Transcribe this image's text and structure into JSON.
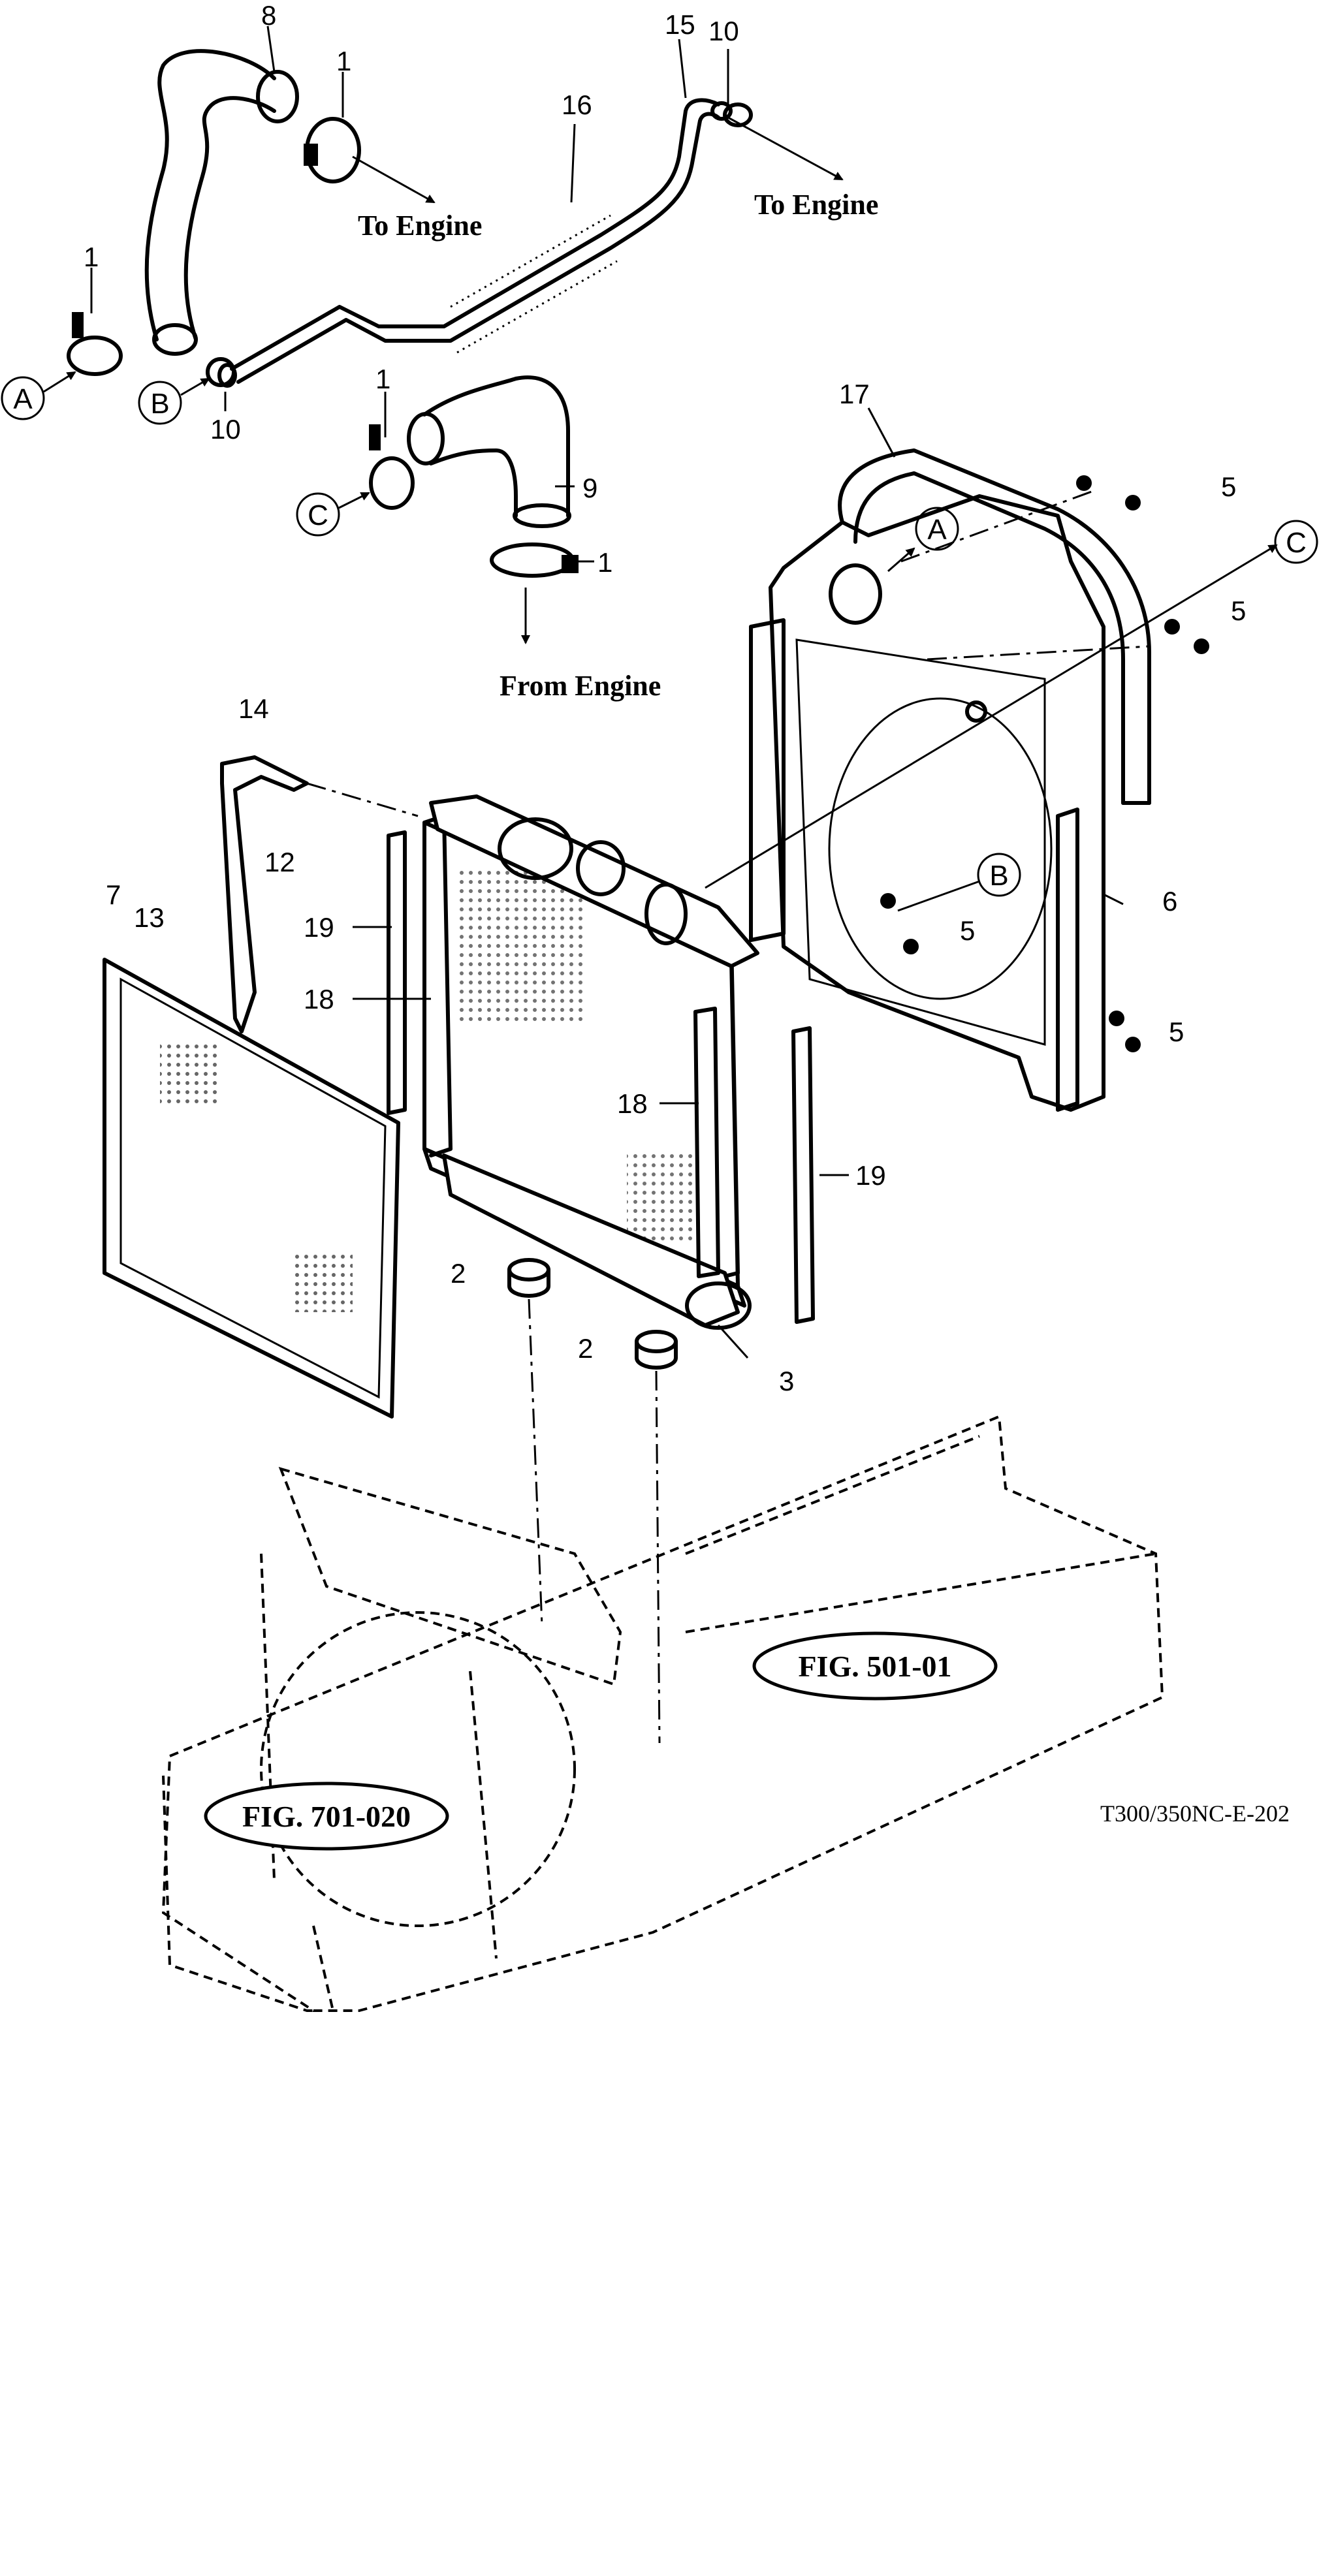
{
  "callouts": {
    "n1": "1",
    "n2": "2",
    "n3": "3",
    "n5": "5",
    "n6": "6",
    "n7": "7",
    "n8": "8",
    "n9": "9",
    "n10": "10",
    "n12": "12",
    "n13": "13",
    "n14": "14",
    "n15": "15",
    "n16": "16",
    "n17": "17",
    "n18": "18",
    "n19": "19"
  },
  "connection_letters": {
    "a": "A",
    "b": "B",
    "c": "C"
  },
  "directions": {
    "to_engine": "To Engine",
    "from_engine": "From Engine"
  },
  "figure_refs": {
    "fig_501": "FIG. 501-01",
    "fig_701": "FIG. 701-020"
  },
  "drawing_code": "T300/350NC-E-202"
}
